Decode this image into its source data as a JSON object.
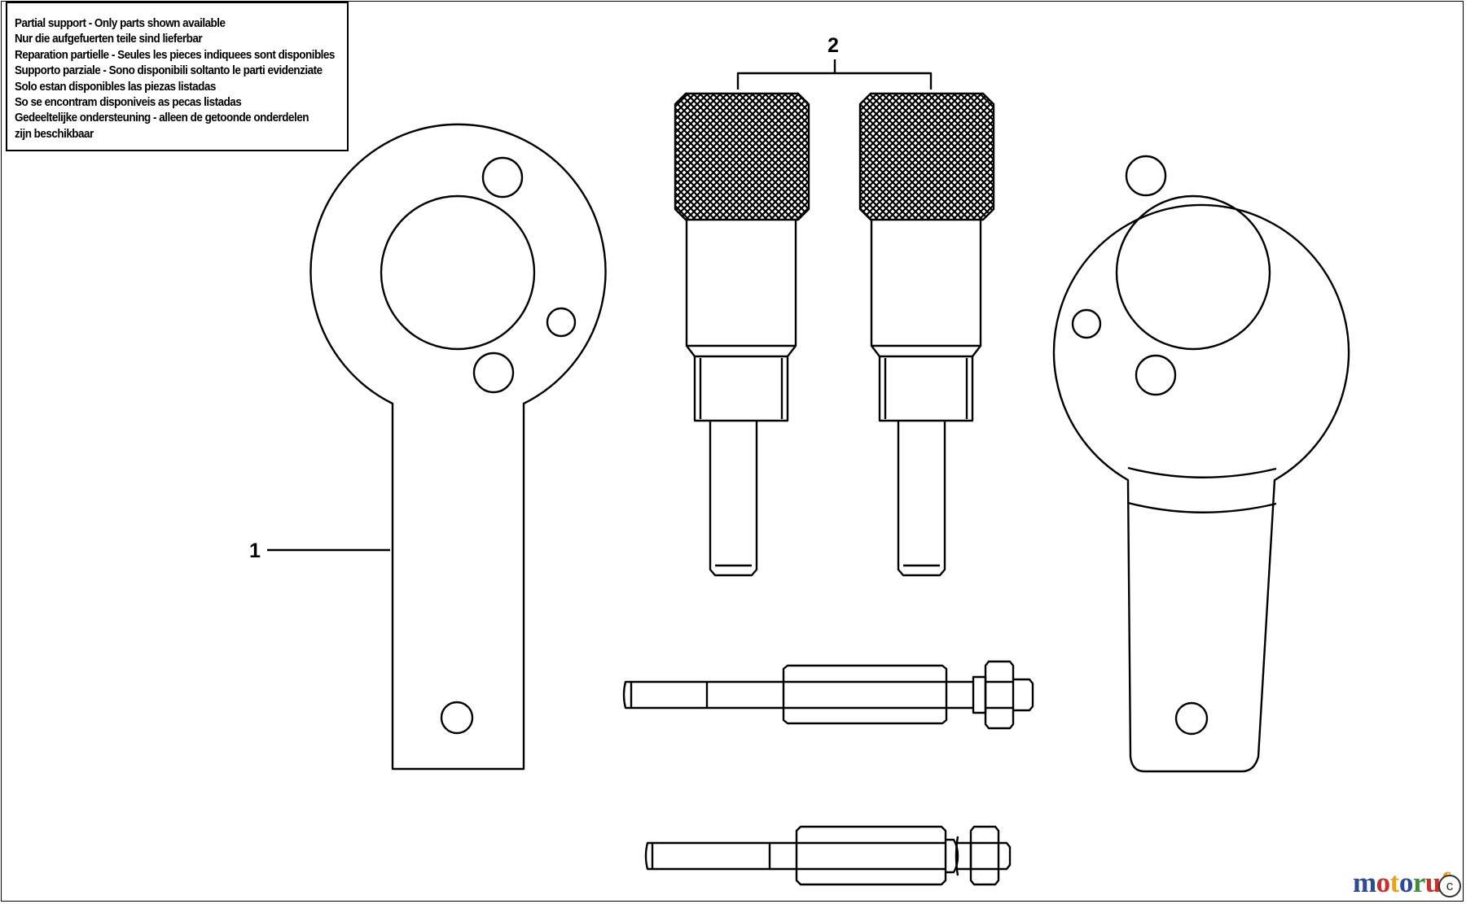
{
  "notice": {
    "lines": [
      "Partial support - Only parts shown available",
      "Nur die aufgefuerten teile sind lieferbar",
      "Reparation partielle - Seules les pieces indiquees sont disponibles",
      "Supporto parziale - Sono disponibili soltanto le parti evidenziate",
      "Solo estan disponibles las piezas listadas",
      "So se encontram disponiveis as pecas listadas",
      "Gedeeltelijke ondersteuning - alleen de getoonde onderdelen",
      "zijn beschikbaar"
    ]
  },
  "callouts": {
    "part_1": "1",
    "part_2": "2"
  },
  "watermark": {
    "letters": [
      "m",
      "o",
      "t",
      "o",
      "r",
      "u",
      "f"
    ],
    "colors": [
      "#2b4a9b",
      "#c9302c",
      "#e8a317",
      "#2b4a9b",
      "#3a8f3a",
      "#c9302c",
      "#e8a317"
    ],
    "copyright_symbol": "c"
  },
  "colors": {
    "line": "#000000",
    "background": "#ffffff"
  }
}
